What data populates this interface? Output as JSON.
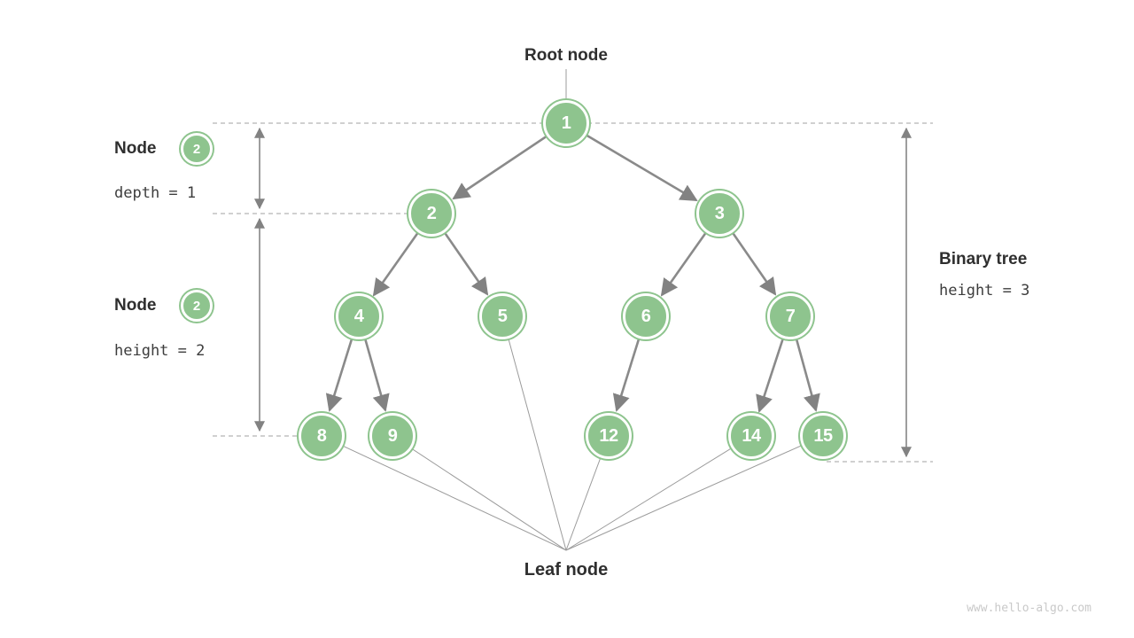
{
  "diagram": {
    "title_labels": {
      "root_node": "Root node",
      "leaf_node": "Leaf node"
    },
    "annotations": {
      "depth_sample": {
        "label": "Node",
        "badge_value": "2",
        "caption": "depth = 1"
      },
      "height_sample": {
        "label": "Node",
        "badge_value": "2",
        "caption": "height = 2"
      },
      "tree_height": {
        "label": "Binary tree",
        "caption": "height = 3"
      }
    },
    "tree": {
      "nodes": [
        {
          "value": "1"
        },
        {
          "value": "2"
        },
        {
          "value": "3"
        },
        {
          "value": "4"
        },
        {
          "value": "5"
        },
        {
          "value": "6"
        },
        {
          "value": "7"
        },
        {
          "value": "8"
        },
        {
          "value": "9"
        },
        {
          "value": "12"
        },
        {
          "value": "14"
        },
        {
          "value": "15"
        }
      ],
      "edges": [
        "1-2",
        "1-3",
        "2-4",
        "2-5",
        "3-6",
        "3-7",
        "4-8",
        "4-9",
        "6-12",
        "7-14",
        "7-15"
      ],
      "leaf_values": [
        "5",
        "8",
        "9",
        "12",
        "14",
        "15"
      ]
    },
    "watermark": "www.hello-algo.com",
    "colors": {
      "node_fill": "#8EC48E",
      "node_ring": "#FFFFFF",
      "edge": "#8A8A8A",
      "guide_dash": "#B5B5B5",
      "thin_line": "#9B9B9B",
      "heading_text": "#2F2F2F",
      "mono_text": "#3D3D3D",
      "watermark_text": "#C9C9C9"
    }
  }
}
